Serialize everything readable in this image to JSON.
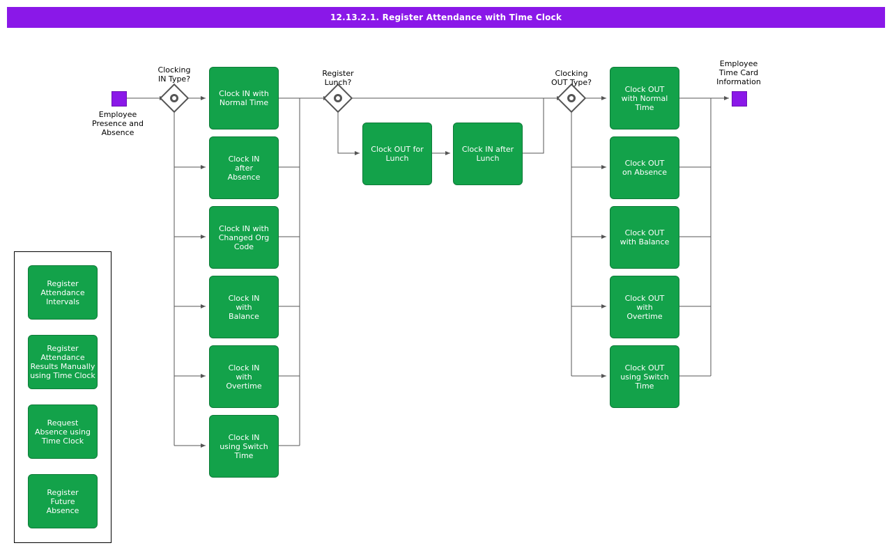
{
  "header": {
    "title": "12.13.2.1. Register Attendance with Time Clock"
  },
  "colors": {
    "title_bar": "#8A18E8",
    "process_node": "#13A24A",
    "terminator": "#8A18E8",
    "connector": "#555555",
    "text_on_node": "#ffffff",
    "canvas": "#ffffff"
  },
  "diagram": {
    "type": "flowchart",
    "start": {
      "name": "start-terminator",
      "caption": "Employee\nPresence and\nAbsence"
    },
    "end": {
      "name": "end-terminator",
      "caption": "Employee\nTime Card\nInformation"
    },
    "gateways": [
      {
        "id": "gw-clocking-in-type",
        "label": "Clocking\nIN Type?"
      },
      {
        "id": "gw-register-lunch",
        "label": "Register\nLunch?"
      },
      {
        "id": "gw-clocking-out-type",
        "label": "Clocking\nOUT Type?"
      }
    ],
    "clock_in_nodes": [
      {
        "label": "Clock IN with\nNormal Time"
      },
      {
        "label": "Clock IN\nafter\nAbsence"
      },
      {
        "label": "Clock IN with\nChanged Org\nCode"
      },
      {
        "label": "Clock IN\nwith\nBalance"
      },
      {
        "label": "Clock IN\nwith\nOvertime"
      },
      {
        "label": "Clock IN\nusing Switch\nTime"
      }
    ],
    "lunch_nodes": [
      {
        "label": "Clock OUT for\nLunch"
      },
      {
        "label": "Clock IN after\nLunch"
      }
    ],
    "clock_out_nodes": [
      {
        "label": "Clock OUT\nwith Normal\nTime"
      },
      {
        "label": "Clock OUT\non Absence"
      },
      {
        "label": "Clock OUT\nwith Balance"
      },
      {
        "label": "Clock OUT\nwith\nOvertime"
      },
      {
        "label": "Clock OUT\nusing Switch\nTime"
      }
    ],
    "legend_nodes": [
      {
        "label": "Register\nAttendance\nIntervals"
      },
      {
        "label": "Register\nAttendance\nResults Manually\nusing Time Clock"
      },
      {
        "label": "Request\nAbsence using\nTime Clock"
      },
      {
        "label": "Register\nFuture\nAbsence"
      }
    ]
  }
}
